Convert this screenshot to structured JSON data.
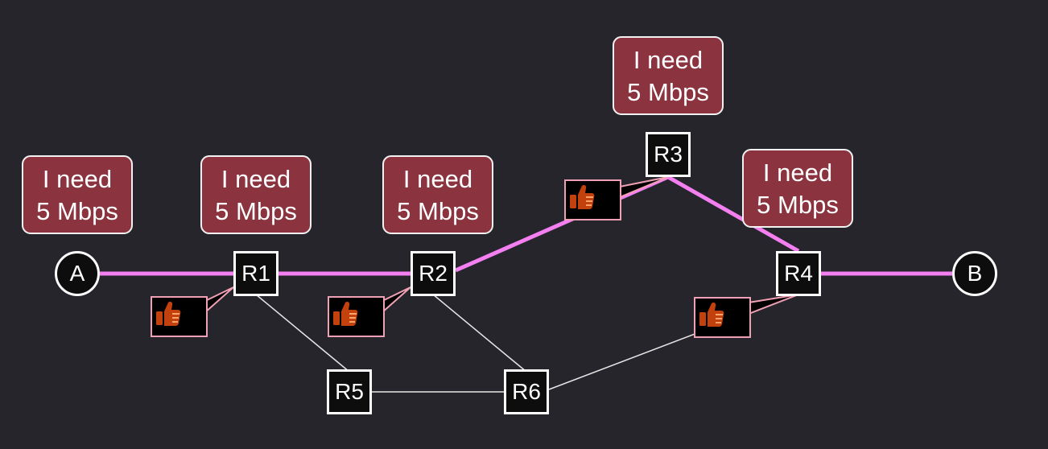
{
  "colors": {
    "background": "#26252b",
    "reserved_path": "#f47ff1",
    "link": "#e6e6e6",
    "bubble_fill": "#8b3440",
    "ack_border": "#f0a0b4",
    "thumb": "#c2410c"
  },
  "endpoints": {
    "a": "A",
    "b": "B"
  },
  "routers": {
    "r1": "R1",
    "r2": "R2",
    "r3": "R3",
    "r4": "R4",
    "r5": "R5",
    "r6": "R6"
  },
  "requests": {
    "a": {
      "line1": "I need",
      "line2": "5 Mbps"
    },
    "r1": {
      "line1": "I need",
      "line2": "5 Mbps"
    },
    "r2": {
      "line1": "I need",
      "line2": "5 Mbps"
    },
    "r3": {
      "line1": "I need",
      "line2": "5 Mbps"
    },
    "r4": {
      "line1": "I need",
      "line2": "5 Mbps"
    }
  },
  "acks": {
    "r1": "thumbs-up-icon",
    "r2": "thumbs-up-icon",
    "r3": "thumbs-up-icon",
    "r4": "thumbs-up-icon"
  }
}
